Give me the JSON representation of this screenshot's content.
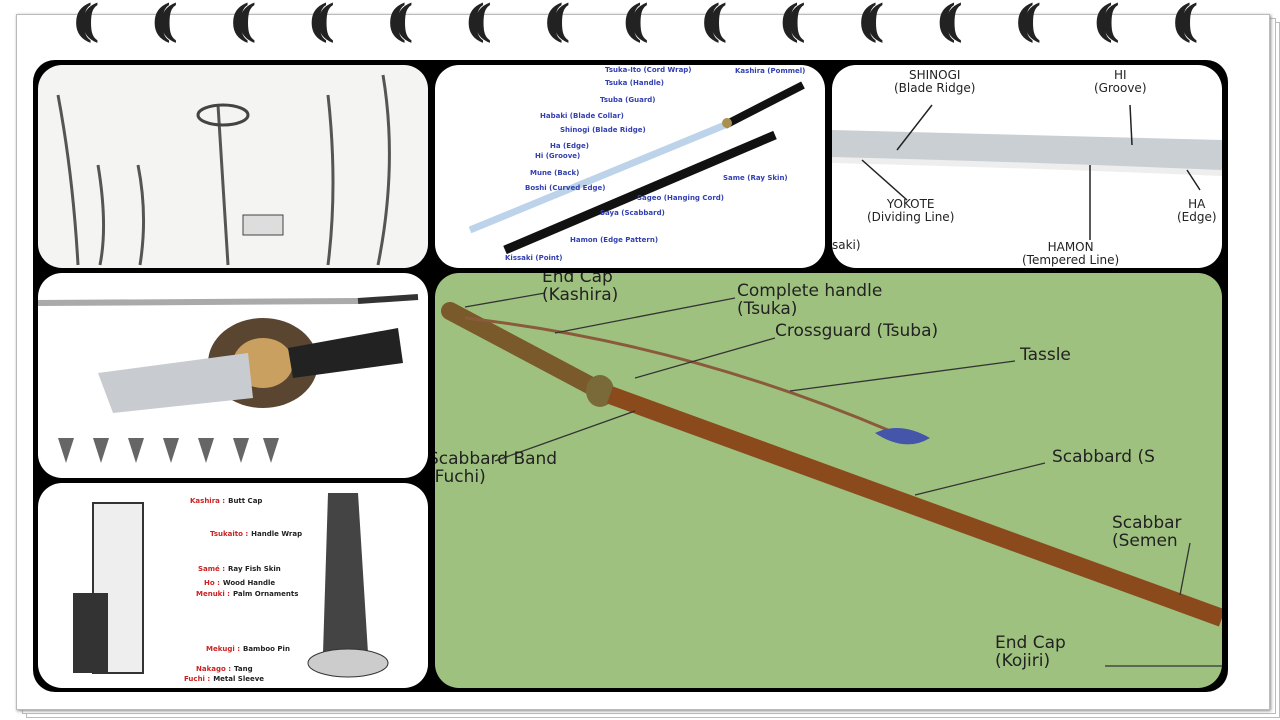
{
  "rings": 15,
  "colors": {
    "board": "#000000",
    "green_panel": "#9fc17f",
    "scabbard": "#8a4a1c",
    "label_blue": "#3340b0",
    "label_red": "#cc2222"
  },
  "tile_parts": {
    "labels": [
      "Tsuka-Ito (Cord Wrap)",
      "Kashira (Pommel)",
      "Tsuka (Handle)",
      "Tsuba (Guard)",
      "Habaki (Blade Collar)",
      "Shinogi (Blade Ridge)",
      "Ha (Edge)",
      "Hi (Groove)",
      "Mune (Back)",
      "Boshi (Curved Edge)",
      "Same (Ray Skin)",
      "Sageo (Hanging Cord)",
      "Saya (Scabbard)",
      "Hamon (Edge Pattern)",
      "Kissaki (Point)"
    ]
  },
  "tile_blade": {
    "labels": [
      {
        "name": "SHINOGI",
        "sub": "(Blade Ridge)"
      },
      {
        "name": "HI",
        "sub": "(Groove)"
      },
      {
        "name": "YOKOTE",
        "sub": "(Dividing Line)"
      },
      {
        "name": "HA",
        "sub": "(Edge)"
      },
      {
        "name": "HAMON",
        "sub": "(Tempered Line)"
      }
    ],
    "partial": "saki)"
  },
  "tile_handle": {
    "labels": [
      {
        "red": "Kashira :",
        "black": "Butt Cap"
      },
      {
        "red": "Tsukaito :",
        "black": "Handle Wrap"
      },
      {
        "red": "Samé :",
        "black": "Ray Fish Skin"
      },
      {
        "red": "Ho :",
        "black": "Wood Handle"
      },
      {
        "red": "Menuki :",
        "black": "Palm Ornaments"
      },
      {
        "red": "Mekugi :",
        "black": "Bamboo Pin"
      },
      {
        "red": "Nakago :",
        "black": "Tang"
      },
      {
        "red": "Fuchi :",
        "black": "Metal Sleeve"
      }
    ]
  },
  "main": {
    "labels": [
      {
        "name": "End Cap",
        "sub": "(Kashira)"
      },
      {
        "name": "Complete handle",
        "sub": "(Tsuka)"
      },
      {
        "name": "Crossguard (Tsuba)",
        "sub": ""
      },
      {
        "name": "Tassle",
        "sub": ""
      },
      {
        "name": "Scabbard Band",
        "sub": "(Fuchi)"
      },
      {
        "name": "Scabbard (S",
        "sub": ""
      },
      {
        "name": "Scabbar",
        "sub": "(Semen"
      },
      {
        "name": "End Cap",
        "sub": "(Kojiri)"
      }
    ]
  }
}
